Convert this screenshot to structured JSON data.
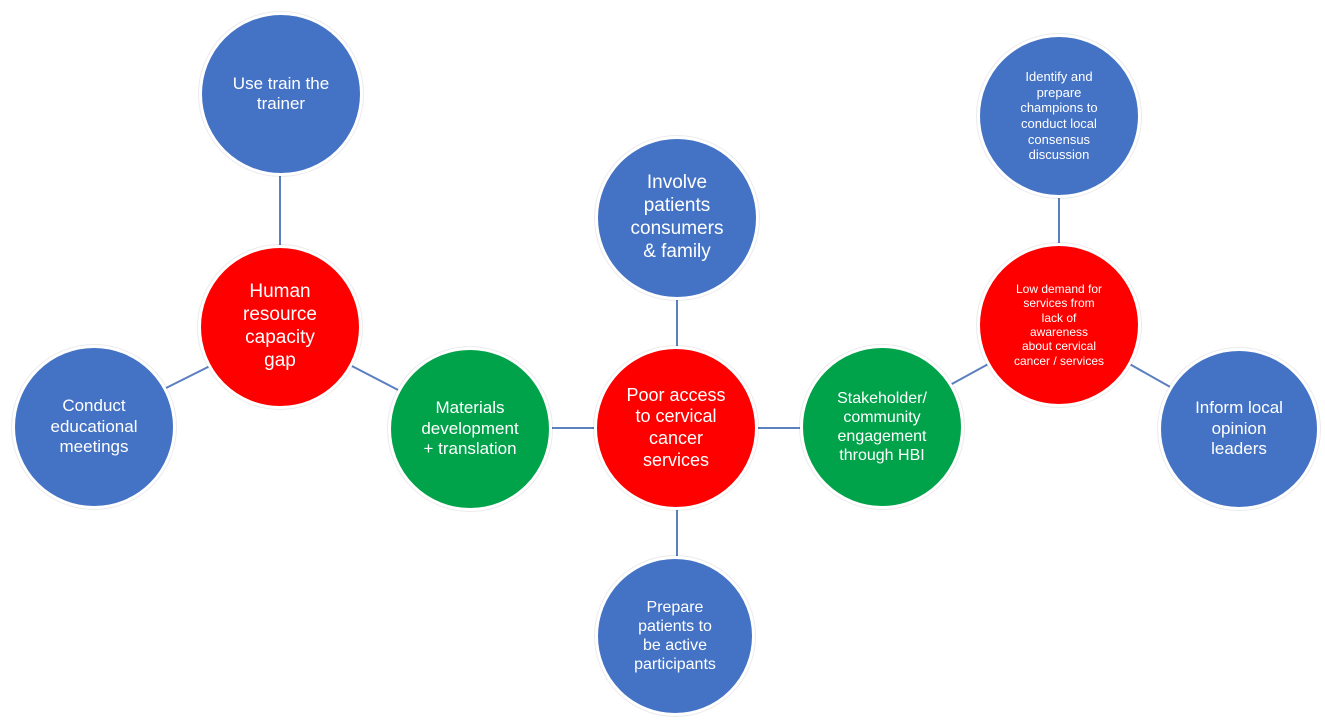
{
  "colors": {
    "problem": "#ff0000",
    "strategy": "#4472c4",
    "bridge": "#00a34a",
    "connector": "#5b7fbf"
  },
  "nodes": {
    "use_train_the_trainer": "Use train the\ntrainer",
    "human_resource_capacity_gap": "Human\nresource\ncapacity\ngap",
    "conduct_educational_meetings": "Conduct\neducational\nmeetings",
    "materials_development_translation": "Materials\ndevelopment\n+ translation",
    "involve_patients_consumers_family": "Involve\npatients\nconsumers\n& family",
    "poor_access_to_cervical_cancer_services": "Poor access\nto cervical\ncancer\nservices",
    "prepare_patients_active_participants": "Prepare\npatients to\nbe active\nparticipants",
    "stakeholder_community_engagement_hbi": "Stakeholder/\ncommunity\nengagement\nthrough HBI",
    "identify_prepare_champions": "Identify and\nprepare\nchampions to\nconduct local\nconsensus\ndiscussion",
    "low_demand_for_services": "Low demand for\nservices from\nlack of\nawareness\nabout cervical\ncancer / services",
    "inform_local_opinion_leaders": "Inform local\nopinion\nleaders"
  }
}
